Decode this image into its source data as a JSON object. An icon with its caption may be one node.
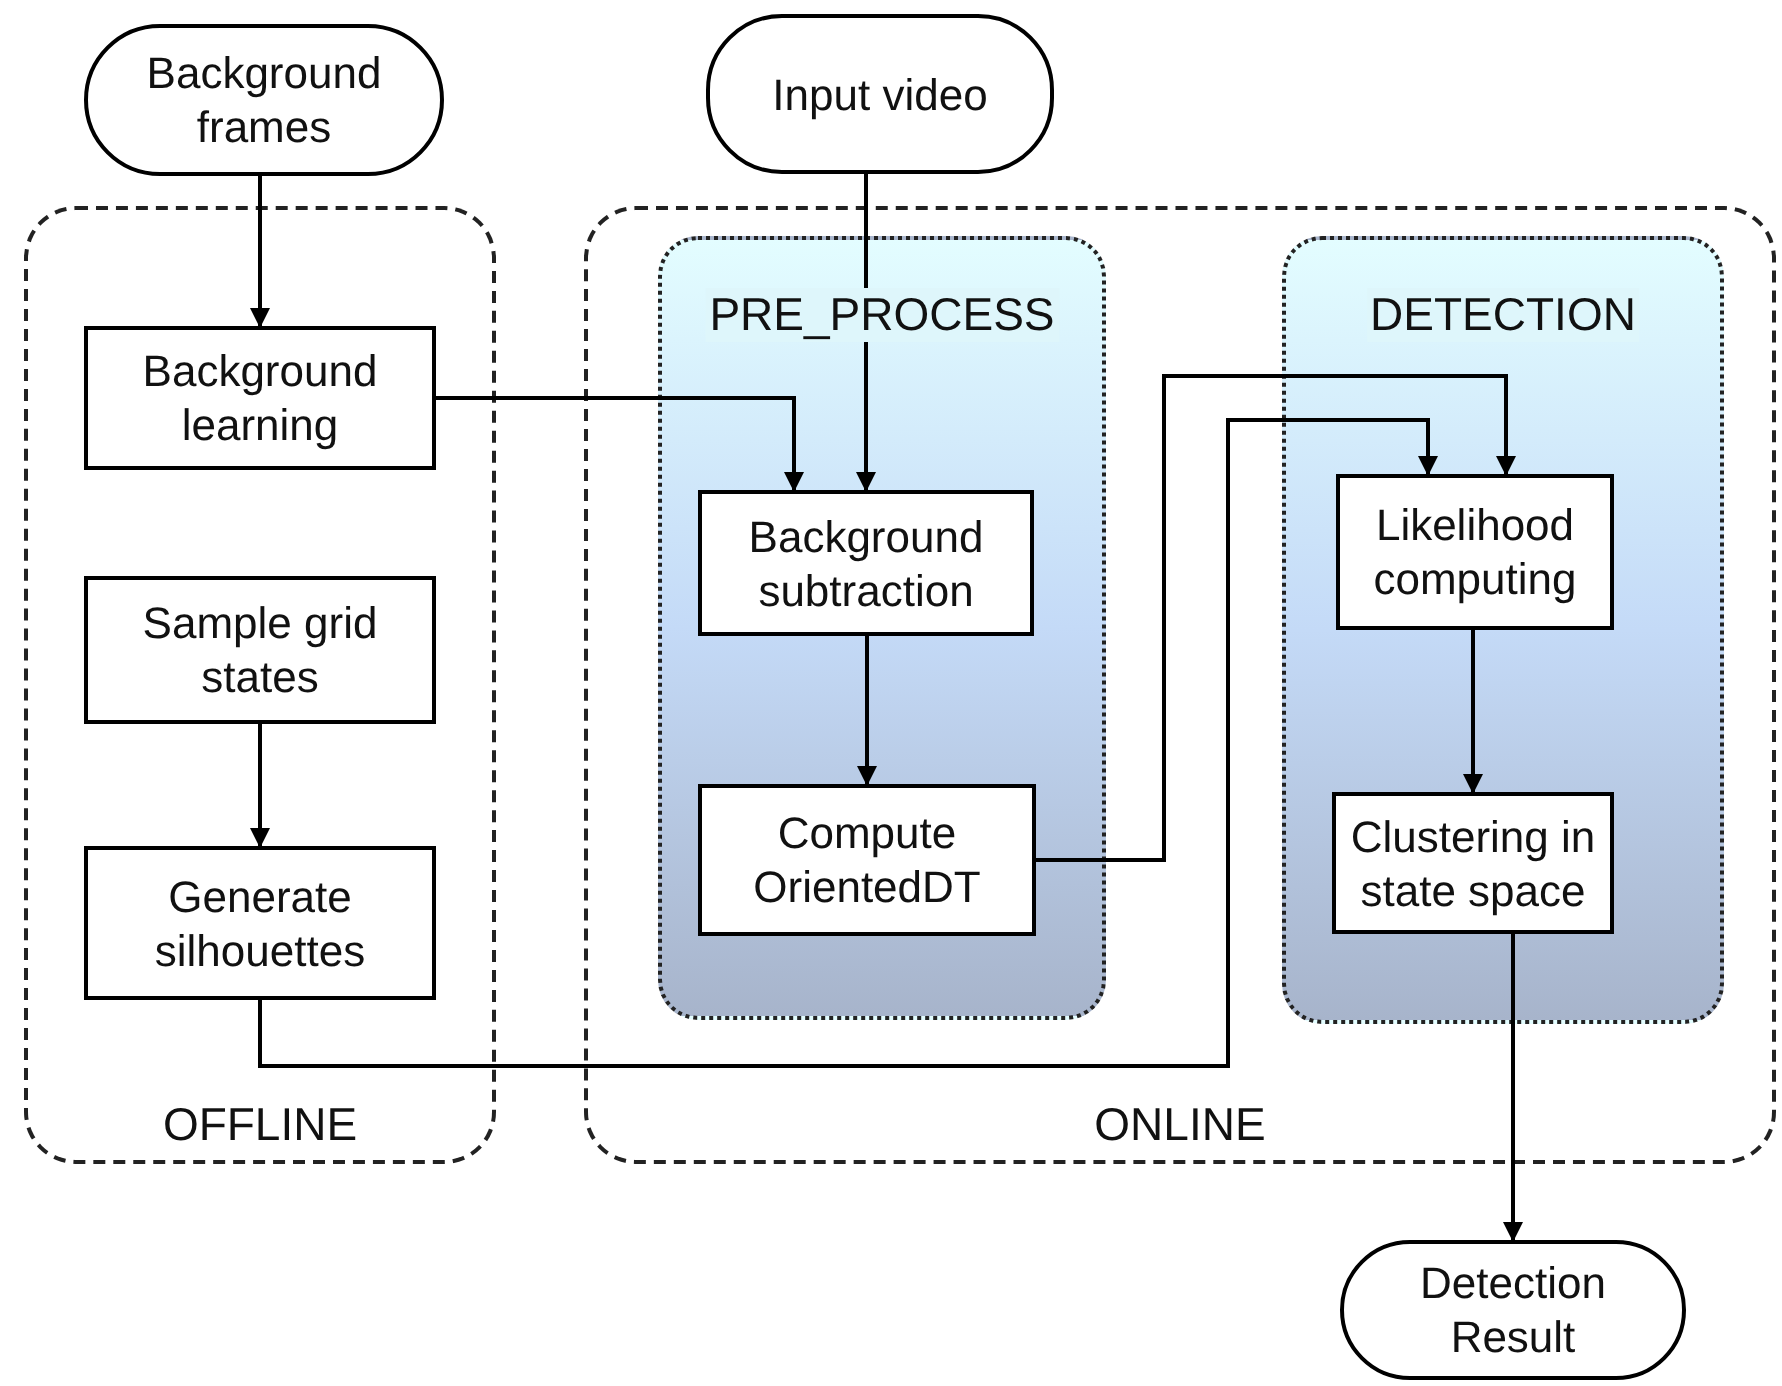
{
  "diagram": {
    "nodes": [
      {
        "text": [
          "Background frames"
        ]
      },
      {
        "text": [
          "OFFLINE"
        ]
      },
      {
        "text": [
          "Background learning"
        ],
        "in": 1
      },
      {
        "text": [
          "Sample grid states"
        ],
        "in": 1
      },
      {
        "text": [
          "Generate silhouettes"
        ],
        "in": 1
      },
      {
        "text": [
          "Input video"
        ]
      },
      {
        "text": [
          "ONLINE"
        ]
      },
      {
        "text": [
          "PRE_PROCESS"
        ],
        "in": 6
      },
      {
        "text": [
          "Background subtraction"
        ],
        "in": 7
      },
      {
        "text": [
          "Compute OrientedDT"
        ],
        "in": 7
      },
      {
        "text": [
          "DETECTION"
        ],
        "in": 6
      },
      {
        "text": [
          "Likelihood computing"
        ],
        "in": 10
      },
      {
        "text": [
          "Clustering in state space"
        ],
        "in": 10
      },
      {
        "text": [
          "Detection Result"
        ]
      }
    ],
    "edges": [
      {
        "from": 0,
        "to": 2,
        "arrow": "to"
      },
      {
        "from": 2,
        "to": 8,
        "arrow": "to"
      },
      {
        "from": 5,
        "to": 8,
        "arrow": "to"
      },
      {
        "from": 8,
        "to": 9,
        "arrow": "to"
      },
      {
        "from": 9,
        "to": 11,
        "arrow": "to"
      },
      {
        "from": 4,
        "to": 11,
        "arrow": "to"
      },
      {
        "from": 11,
        "to": 12,
        "arrow": "to"
      },
      {
        "from": 3,
        "to": 4,
        "arrow": "to"
      },
      {
        "from": 12,
        "to": 13,
        "arrow": "to"
      }
    ]
  }
}
